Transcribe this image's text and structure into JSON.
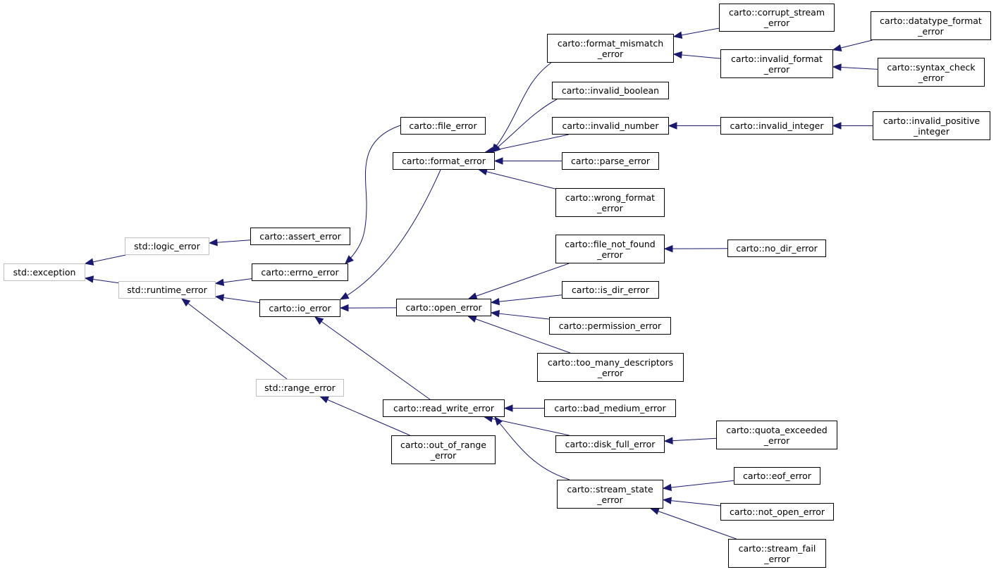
{
  "nodes": [
    {
      "id": "exception",
      "label": "std::exception",
      "external": true
    },
    {
      "id": "logic_error",
      "label": "std::logic_error",
      "external": true
    },
    {
      "id": "runtime_error",
      "label": "std::runtime_error",
      "external": true
    },
    {
      "id": "range_error",
      "label": "std::range_error",
      "external": true
    },
    {
      "id": "assert_error",
      "label": "carto::assert_error"
    },
    {
      "id": "errno_error",
      "label": "carto::errno_error"
    },
    {
      "id": "io_error",
      "label": "carto::io_error"
    },
    {
      "id": "file_error",
      "label": "carto::file_error"
    },
    {
      "id": "format_error",
      "label": "carto::format_error"
    },
    {
      "id": "open_error",
      "label": "carto::open_error"
    },
    {
      "id": "read_write_error",
      "label": "carto::read_write_error"
    },
    {
      "id": "out_of_range_error",
      "label": "carto::out_of_range\n_error"
    },
    {
      "id": "format_mismatch_error",
      "label": "carto::format_mismatch\n_error"
    },
    {
      "id": "invalid_boolean",
      "label": "carto::invalid_boolean"
    },
    {
      "id": "invalid_number",
      "label": "carto::invalid_number"
    },
    {
      "id": "parse_error",
      "label": "carto::parse_error"
    },
    {
      "id": "wrong_format_error",
      "label": "carto::wrong_format\n_error"
    },
    {
      "id": "file_not_found_error",
      "label": "carto::file_not_found\n_error"
    },
    {
      "id": "is_dir_error",
      "label": "carto::is_dir_error"
    },
    {
      "id": "permission_error",
      "label": "carto::permission_error"
    },
    {
      "id": "too_many_descriptors_error",
      "label": "carto::too_many_descriptors\n_error"
    },
    {
      "id": "bad_medium_error",
      "label": "carto::bad_medium_error"
    },
    {
      "id": "disk_full_error",
      "label": "carto::disk_full_error"
    },
    {
      "id": "stream_state_error",
      "label": "carto::stream_state\n_error"
    },
    {
      "id": "corrupt_stream_error",
      "label": "carto::corrupt_stream\n_error"
    },
    {
      "id": "invalid_format_error",
      "label": "carto::invalid_format\n_error"
    },
    {
      "id": "invalid_integer",
      "label": "carto::invalid_integer"
    },
    {
      "id": "no_dir_error",
      "label": "carto::no_dir_error"
    },
    {
      "id": "quota_exceeded_error",
      "label": "carto::quota_exceeded\n_error"
    },
    {
      "id": "eof_error",
      "label": "carto::eof_error"
    },
    {
      "id": "not_open_error",
      "label": "carto::not_open_error"
    },
    {
      "id": "stream_fail_error",
      "label": "carto::stream_fail\n_error"
    },
    {
      "id": "datatype_format_error",
      "label": "carto::datatype_format\n_error"
    },
    {
      "id": "syntax_check_error",
      "label": "carto::syntax_check\n_error"
    },
    {
      "id": "invalid_positive_integer",
      "label": "carto::invalid_positive\n_integer"
    }
  ],
  "edges": [
    [
      "logic_error",
      "exception"
    ],
    [
      "runtime_error",
      "exception"
    ],
    [
      "assert_error",
      "logic_error"
    ],
    [
      "errno_error",
      "runtime_error"
    ],
    [
      "io_error",
      "runtime_error"
    ],
    [
      "range_error",
      "runtime_error"
    ],
    [
      "file_error",
      "errno_error"
    ],
    [
      "format_error",
      "io_error"
    ],
    [
      "open_error",
      "io_error"
    ],
    [
      "read_write_error",
      "io_error"
    ],
    [
      "out_of_range_error",
      "range_error"
    ],
    [
      "format_mismatch_error",
      "format_error"
    ],
    [
      "invalid_boolean",
      "format_error"
    ],
    [
      "invalid_number",
      "format_error"
    ],
    [
      "parse_error",
      "format_error"
    ],
    [
      "wrong_format_error",
      "format_error"
    ],
    [
      "corrupt_stream_error",
      "format_mismatch_error"
    ],
    [
      "invalid_format_error",
      "format_mismatch_error"
    ],
    [
      "datatype_format_error",
      "invalid_format_error"
    ],
    [
      "syntax_check_error",
      "invalid_format_error"
    ],
    [
      "invalid_integer",
      "invalid_number"
    ],
    [
      "invalid_positive_integer",
      "invalid_integer"
    ],
    [
      "file_not_found_error",
      "open_error"
    ],
    [
      "is_dir_error",
      "open_error"
    ],
    [
      "permission_error",
      "open_error"
    ],
    [
      "too_many_descriptors_error",
      "open_error"
    ],
    [
      "no_dir_error",
      "file_not_found_error"
    ],
    [
      "bad_medium_error",
      "read_write_error"
    ],
    [
      "disk_full_error",
      "read_write_error"
    ],
    [
      "stream_state_error",
      "read_write_error"
    ],
    [
      "quota_exceeded_error",
      "disk_full_error"
    ],
    [
      "eof_error",
      "stream_state_error"
    ],
    [
      "not_open_error",
      "stream_state_error"
    ],
    [
      "stream_fail_error",
      "stream_state_error"
    ]
  ],
  "colors": {
    "edge": "#191970",
    "node_border": "#000000",
    "external_border": "#bfbfbf"
  }
}
